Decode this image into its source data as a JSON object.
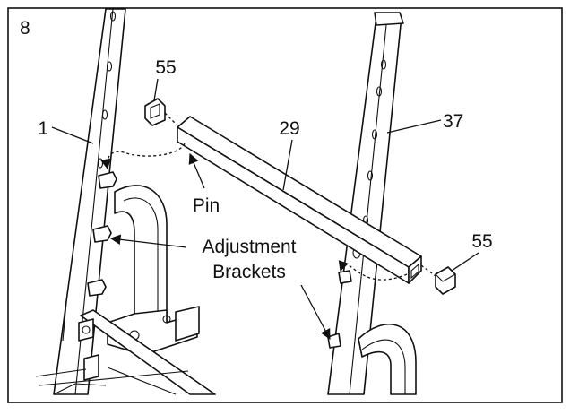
{
  "step_number": "8",
  "labels": {
    "frame_left": "1",
    "frame_right": "37",
    "crossbar": "29",
    "cap_top": "55",
    "cap_right": "55",
    "pin": "Pin",
    "brackets_line1": "Adjustment",
    "brackets_line2": "Brackets"
  },
  "colors": {
    "line": "#111111",
    "background": "#ffffff"
  }
}
